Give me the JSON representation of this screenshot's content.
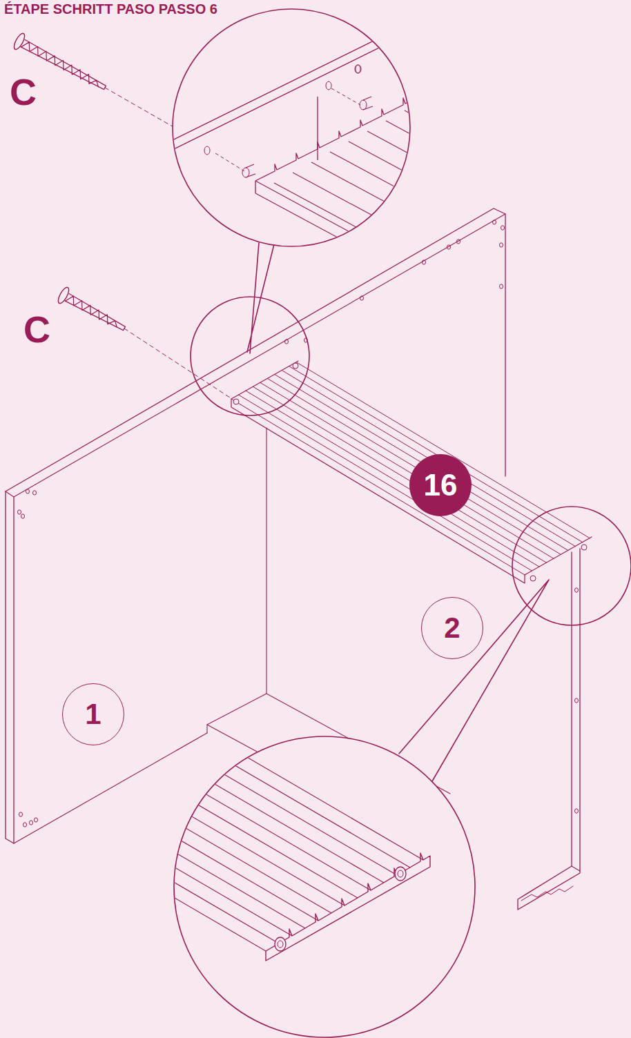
{
  "diagram": {
    "title": "ÉTAPE SCHRITT PASO PASSO 6",
    "nodes": [
      {
        "text": [
          "16"
        ]
      },
      {
        "text": [
          "2"
        ]
      },
      {
        "text": [
          "1"
        ]
      }
    ],
    "labels": [
      "C",
      "C"
    ]
  }
}
